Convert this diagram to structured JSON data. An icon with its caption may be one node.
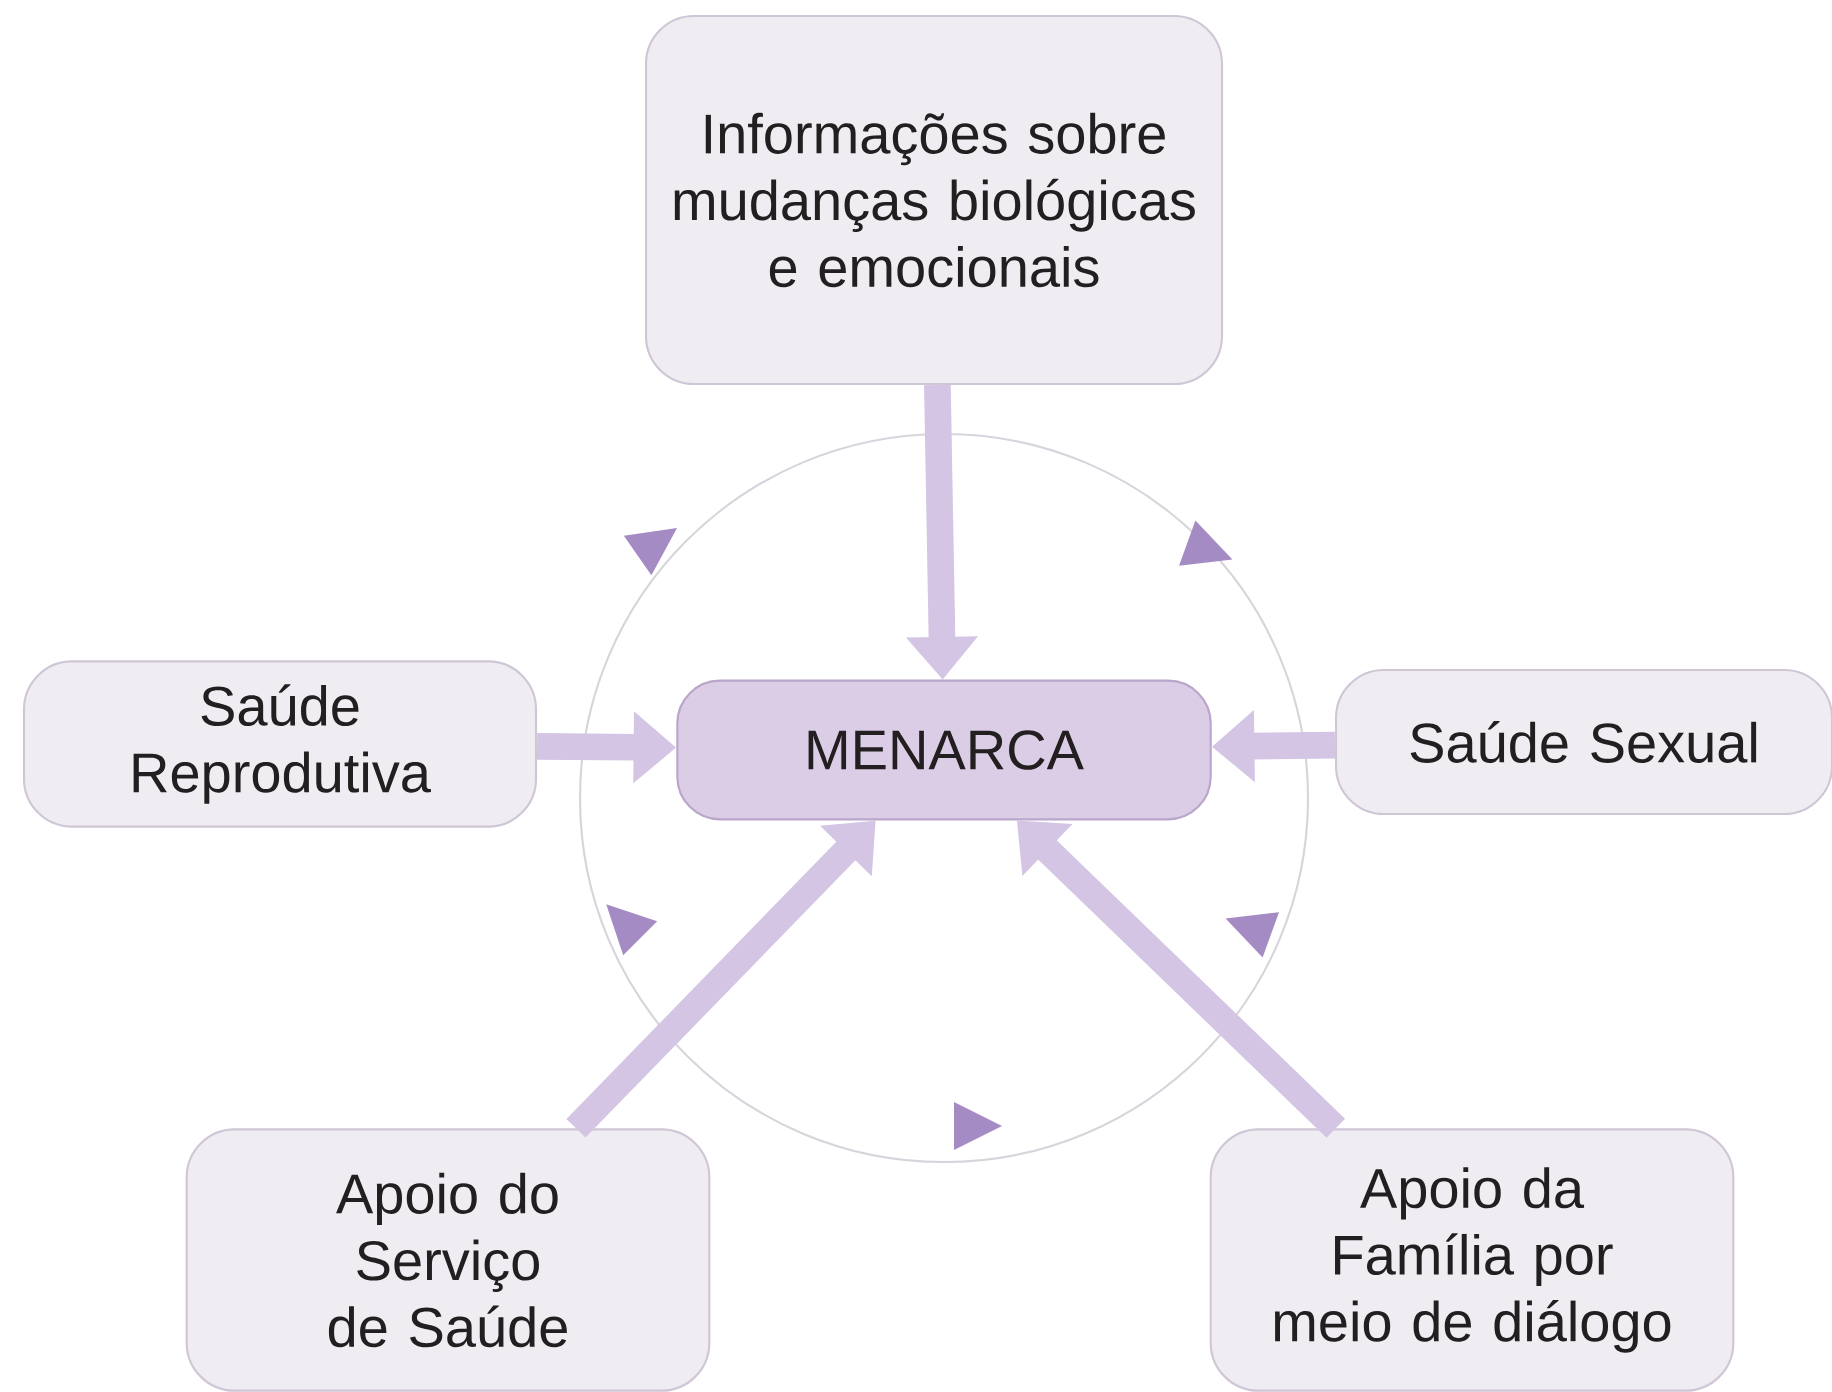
{
  "diagram": {
    "nodes": [
      {
        "text": [
          "MENARCA"
        ]
      },
      {
        "text": [
          "Informações sobre mudanças biológicas e emocionais"
        ]
      },
      {
        "text": [
          "Saúde Reprodutiva"
        ]
      },
      {
        "text": [
          "Saúde Sexual"
        ]
      },
      {
        "text": [
          "Apoio do Serviço de Saúde"
        ]
      },
      {
        "text": [
          "Apoio da Família por meio de diálogo"
        ]
      }
    ],
    "edges": [
      {
        "from": 1,
        "to": 0,
        "arrow": "to"
      },
      {
        "from": 2,
        "to": 0,
        "arrow": "to"
      },
      {
        "from": 3,
        "to": 0,
        "arrow": "to"
      },
      {
        "from": 4,
        "to": 0,
        "arrow": "to"
      },
      {
        "from": 5,
        "to": 0,
        "arrow": "to"
      }
    ]
  }
}
